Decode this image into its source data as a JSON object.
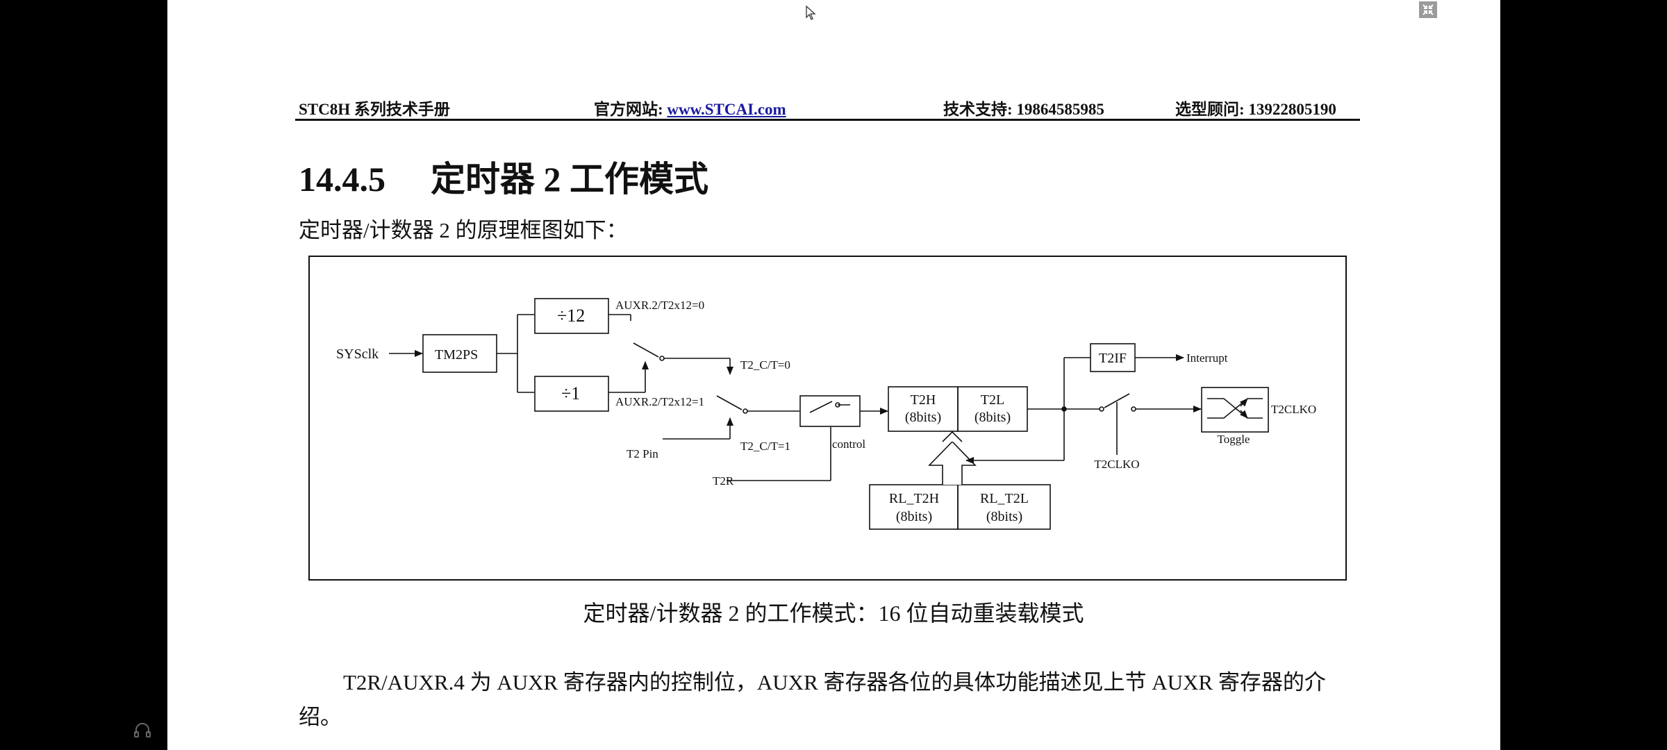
{
  "header": {
    "manual": "STC8H 系列技术手册",
    "website_label": "官方网站:",
    "website_link": "www.STCAI.com",
    "support": "技术支持: 19864585985",
    "advisor": "选型顾问: 13922805190"
  },
  "section": {
    "number": "14.4.5",
    "title": "定时器 2 工作模式"
  },
  "intro": "定时器/计数器 2 的原理框图如下：",
  "diagram": {
    "sysclk": "SYSclk",
    "tm2ps": "TM2PS",
    "div12": "÷12",
    "div1": "÷1",
    "auxr_x12_0": "AUXR.2/T2x12=0",
    "auxr_x12_1": "AUXR.2/T2x12=1",
    "t2ct0": "T2_C/T=0",
    "t2ct1": "T2_C/T=1",
    "t2pin": "T2 Pin",
    "t2r": "T2R",
    "control": "control",
    "t2h": "T2H",
    "t2l": "T2L",
    "bits8": "(8bits)",
    "rl_t2h": "RL_T2H",
    "rl_t2l": "RL_T2L",
    "t2if": "T2IF",
    "interrupt": "Interrupt",
    "t2clko": "T2CLKO",
    "toggle": "Toggle"
  },
  "caption": "定时器/计数器 2 的工作模式：16 位自动重装载模式",
  "paragraph": "T2R/AUXR.4 为 AUXR 寄存器内的控制位，AUXR 寄存器各位的具体功能描述见上节 AUXR 寄存器的介绍。"
}
